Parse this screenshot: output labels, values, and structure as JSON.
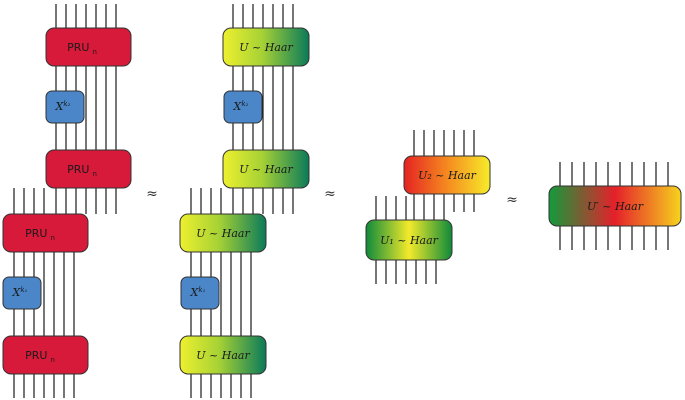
{
  "diagram": {
    "approx_symbol": "≈",
    "column1": {
      "blocks": [
        {
          "id": "c1-pru-top",
          "kind": "pru",
          "label_main": "PRU",
          "label_sub": "n"
        },
        {
          "id": "c1-x2",
          "kind": "x",
          "label_main": "X",
          "label_sup": "k₂"
        },
        {
          "id": "c1-pru-mid",
          "kind": "pru",
          "label_main": "PRU",
          "label_sub": "n"
        },
        {
          "id": "c1-pru-lower",
          "kind": "pru",
          "label_main": "PRU",
          "label_sub": "n"
        },
        {
          "id": "c1-x1",
          "kind": "x",
          "label_main": "X",
          "label_sup": "k₁"
        },
        {
          "id": "c1-pru-bottom",
          "kind": "pru",
          "label_main": "PRU",
          "label_sub": "n"
        }
      ]
    },
    "column2": {
      "blocks": [
        {
          "id": "c2-haar-top",
          "kind": "haar",
          "label": "U ~ Haar"
        },
        {
          "id": "c2-x2",
          "kind": "x",
          "label_main": "X",
          "label_sup": "k₂"
        },
        {
          "id": "c2-haar-mid",
          "kind": "haar",
          "label": "U ~ Haar"
        },
        {
          "id": "c2-haar-lower",
          "kind": "haar",
          "label": "U ~ Haar"
        },
        {
          "id": "c2-x1",
          "kind": "x",
          "label_main": "X",
          "label_sup": "k₁"
        },
        {
          "id": "c2-haar-bottom",
          "kind": "haar",
          "label": "U ~ Haar"
        }
      ]
    },
    "column3": {
      "blocks": [
        {
          "id": "c3-u2",
          "kind": "haar2",
          "label": "U₂ ~ Haar"
        },
        {
          "id": "c3-u1",
          "kind": "haar1",
          "label": "U₁ ~ Haar"
        }
      ]
    },
    "column4": {
      "blocks": [
        {
          "id": "c4-uprime",
          "kind": "haar3",
          "label": "U′ ~ Haar"
        }
      ]
    },
    "colors": {
      "pru_red": "#d7193a",
      "x_blue": "#4a86c8",
      "haar_yellow": "#f1ec2a",
      "haar_green": "#0a7a55",
      "orange": "#f7941d",
      "red": "#e5202a"
    }
  }
}
